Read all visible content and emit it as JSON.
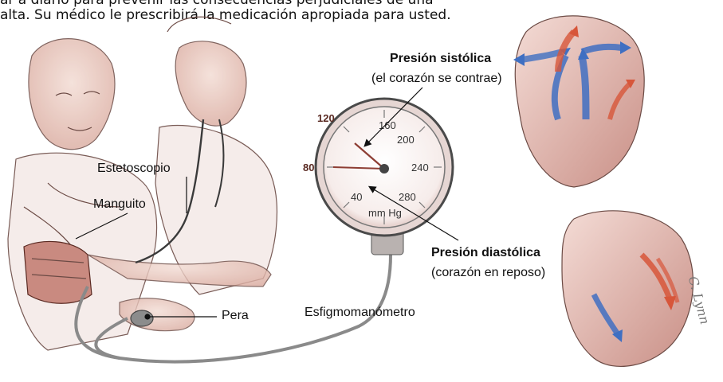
{
  "intro_text": {
    "line1": "ar a diario para prevenir las consecuencias perjudiciales de una",
    "line2": "alta. Su médico le prescribirá la medicación apropiada para usted."
  },
  "labels": {
    "estetoscopio": "Estetoscopio",
    "manguito": "Manguito",
    "pera": "Pera",
    "esfigmomanometro": "Esfigmomanómetro",
    "systolic_title": "Presión sistólica",
    "systolic_sub": "(el corazón se contrae)",
    "diastolic_title": "Presión diastólica",
    "diastolic_sub": "(corazón en reposo)"
  },
  "gauge": {
    "side_left_top": "120",
    "side_left_mid": "80",
    "ticks": [
      "160",
      "200",
      "240",
      "280",
      "40"
    ],
    "unit": "mm Hg"
  },
  "signature": "C. Lynn",
  "colors": {
    "flow_blue": "#3f6fc2",
    "flow_red": "#d7563a",
    "sketch": "#6b4a44",
    "skin": "#e9c7bd"
  }
}
